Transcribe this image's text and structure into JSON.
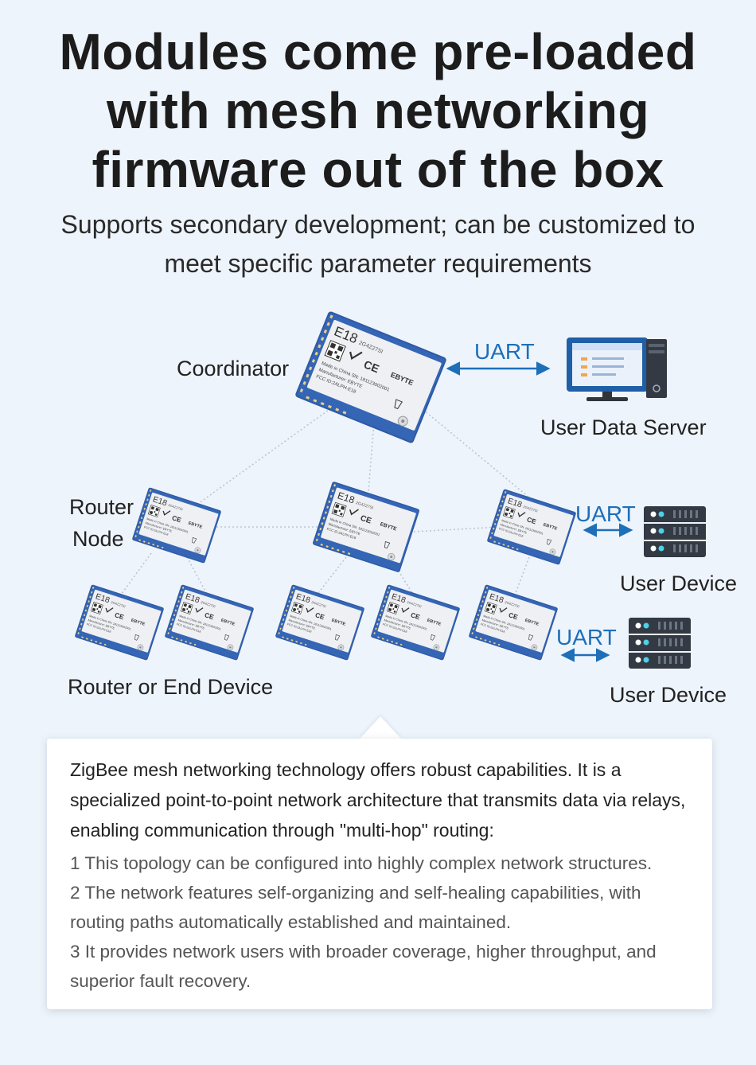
{
  "header": {
    "title_lines": [
      "Modules come pre-loaded",
      "with mesh networking",
      "firmware out of the box"
    ],
    "subtitle_lines": [
      "Supports secondary development; can be customized to",
      "meet specific parameter requirements"
    ]
  },
  "diagram": {
    "coordinator_label": "Coordinator",
    "uart_label": "UART",
    "server_label": "User Data Server",
    "router_node_label_lines": [
      "Router",
      "Node"
    ],
    "end_device_label": "Router or End Device",
    "user_device_label": "User Device",
    "module": {
      "model": "E18",
      "part": "2G4Z27SI",
      "brand": "EBYTE",
      "made_in": "Made in China",
      "manufacturer": "Manufacturer: EBYTE",
      "sn": "SN: 181123002001",
      "fcc": "FCC ID:2ALPH-E18"
    },
    "colors": {
      "module_board": "#2e5aa6",
      "shield": "#eef0f4",
      "uart_text": "#1d6fb8",
      "arrow": "#1d6fb8",
      "monitor": "#1f5fa8",
      "server_body": "#333a44"
    },
    "icons": [
      "monitor-icon",
      "pc-tower-icon",
      "server-rack-icon"
    ]
  },
  "info_card": {
    "intro": "ZigBee mesh networking technology offers robust capabilities. It is a specialized point-to-point network architecture that transmits data via relays, enabling communication through \"multi-hop\" routing:",
    "points": [
      "1 This topology can be configured into highly complex network structures.",
      "2 The network features self-organizing and self-healing capabilities, with routing paths automatically established and maintained.",
      "3 It provides network users with broader coverage, higher throughput, and superior fault recovery."
    ]
  }
}
